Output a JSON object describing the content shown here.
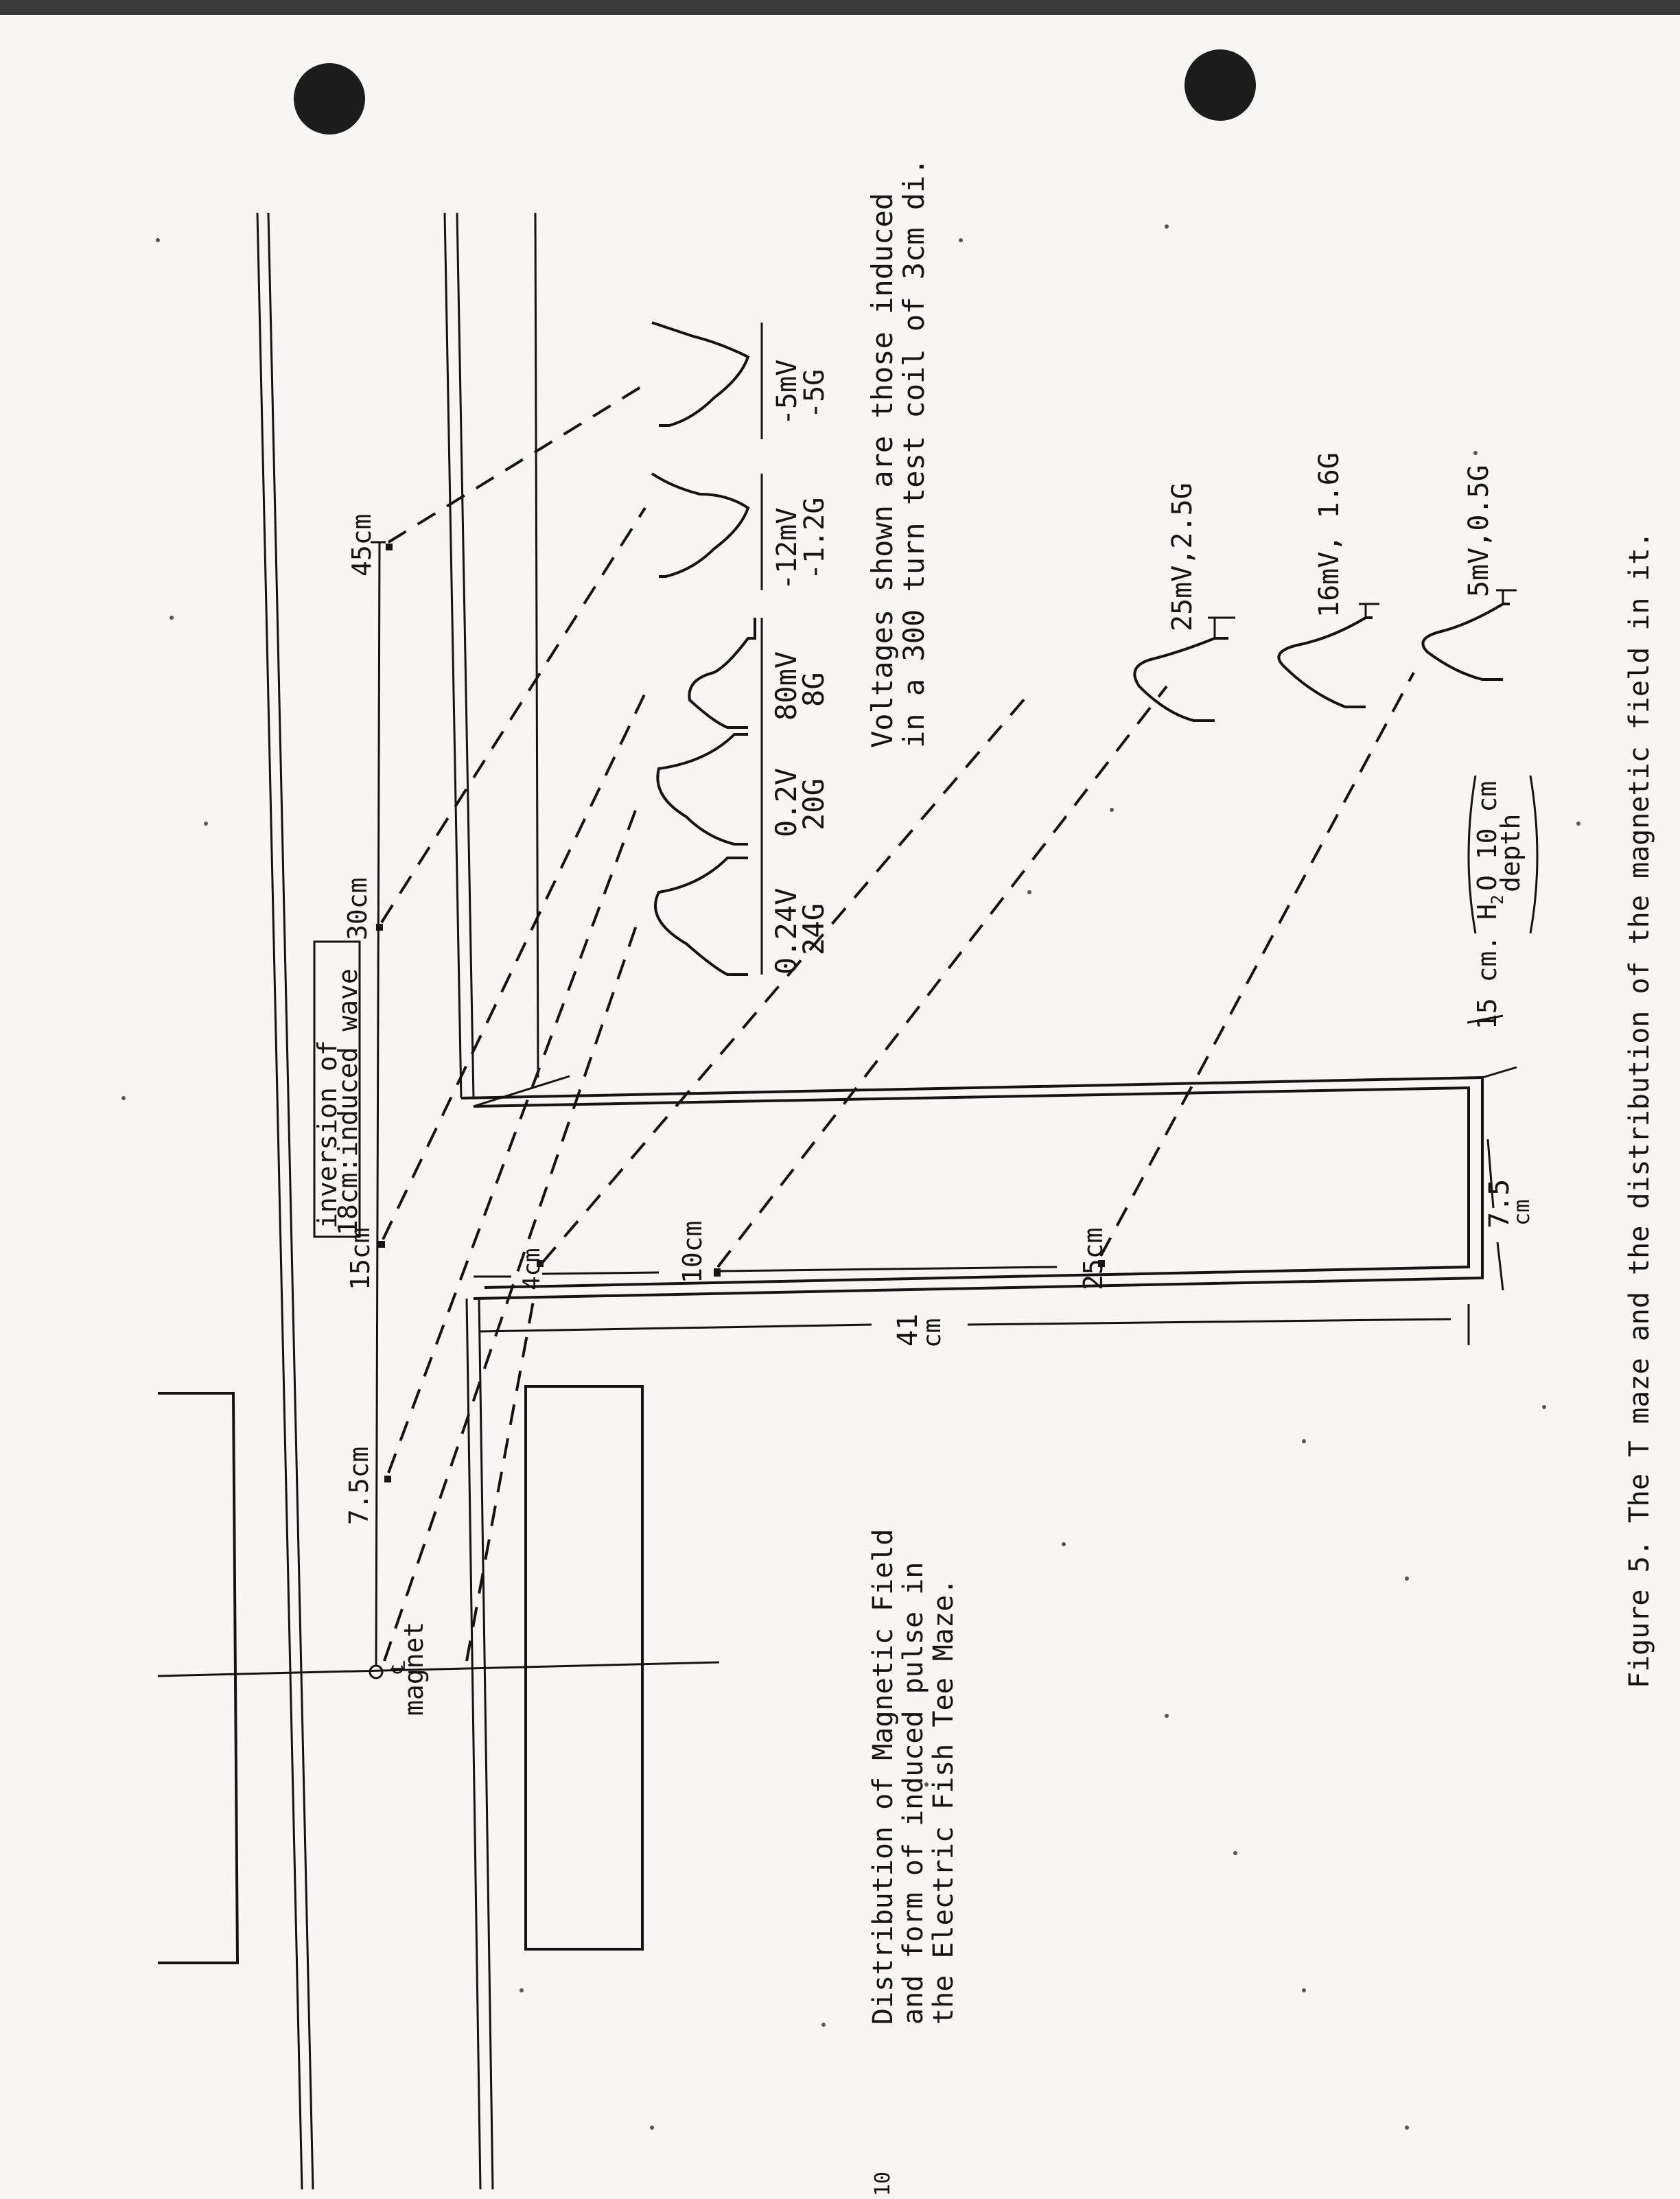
{
  "diagram": {
    "title_lines": [
      "Distribution of Magnetic Field",
      "and form of induced pulse in",
      "the Electric Fish Tee Maze."
    ],
    "magnet_label": "magnet",
    "centerline_symbol": "℄",
    "distances": {
      "d_7_5": "7.5cm",
      "d_15": "15cm",
      "d_30": "30cm",
      "d_45": "45cm",
      "d_4": "4cm",
      "d_10": "10cm",
      "d_25": "25cm",
      "d_41_num": "41",
      "d_41_unit": "cm",
      "d_7_5b_num": "7.5",
      "d_7_5b_unit": "cm",
      "d_15b": "15 cm.",
      "water_1": "H",
      "water_2": "O 10 cm",
      "water_sub": "2",
      "water_3": "depth"
    },
    "inversion_note": {
      "line1": "inversion of",
      "line2": "18cm:induced wave"
    },
    "pulses_top": [
      {
        "v": "0.24V",
        "g": "24G"
      },
      {
        "v": "0.2V",
        "g": "20G"
      },
      {
        "v": "80mV",
        "g": "8G"
      },
      {
        "v": "-12mV",
        "g": "-1.2G"
      },
      {
        "v": "-5mV",
        "g": "-5G"
      }
    ],
    "pulses_arm": [
      {
        "label": "25mV,2.5G"
      },
      {
        "label": "16mV, 1.6G"
      },
      {
        "label": "5mV,0.5G"
      }
    ],
    "voltage_note": {
      "line1": "Voltages shown are those induced",
      "line2": "in a 300 turn test coil of 3cm di."
    },
    "caption": "Figure 5.  The T maze and the distribution of the magnetic field in it.",
    "page_number": "10"
  }
}
